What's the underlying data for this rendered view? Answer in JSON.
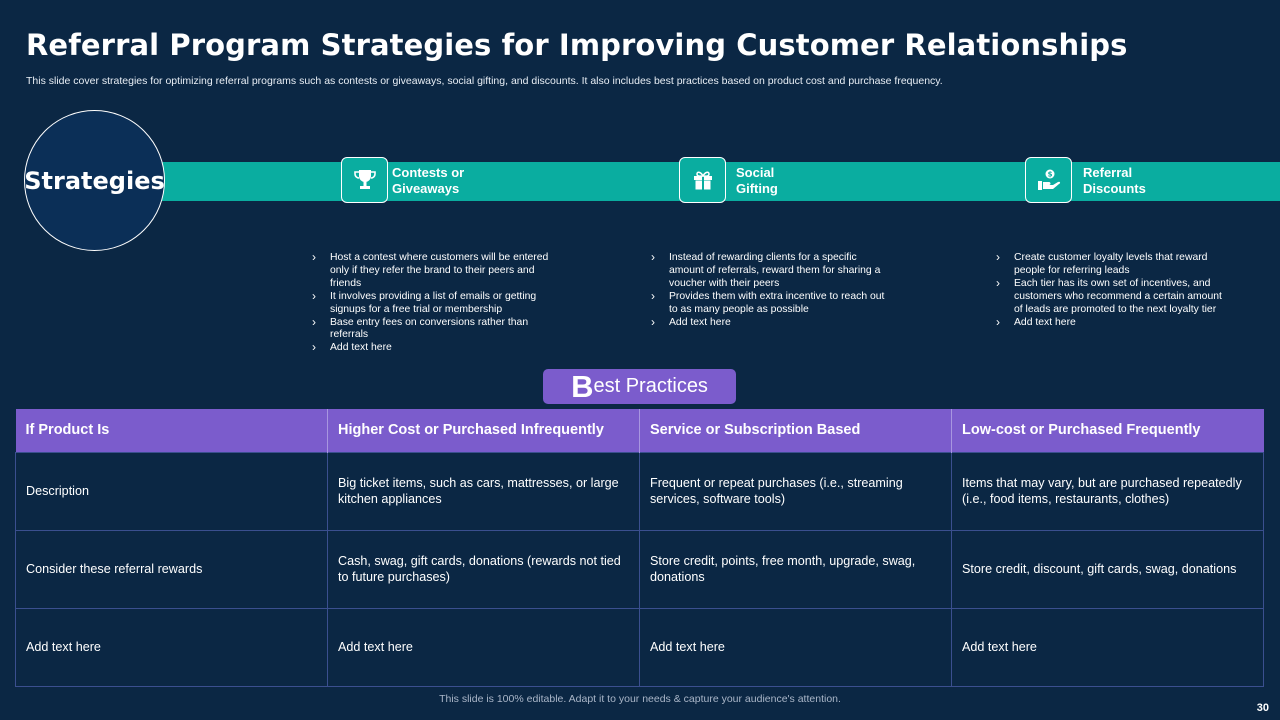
{
  "header": {
    "title": "Referral Program Strategies for Improving Customer Relationships",
    "subtitle": "This slide cover strategies for optimizing referral programs such as contests or giveaways, social gifting, and discounts. It also includes best practices based on product cost and purchase frequency."
  },
  "strategies": {
    "label": "Strategies",
    "items": [
      {
        "icon": "trophy-icon",
        "title_line1": "Contests or",
        "title_line2": "Giveaways",
        "bullets": [
          "Host a contest where customers will be entered only if they refer the brand to their peers and friends",
          "It involves providing a list of emails or getting signups for a free trial or membership",
          "Base entry fees on conversions rather than referrals",
          "Add text here"
        ]
      },
      {
        "icon": "gift-icon",
        "title_line1": "Social",
        "title_line2": "Gifting",
        "bullets": [
          "Instead of rewarding clients for a specific amount of referrals, reward them for sharing a voucher with their peers",
          "Provides them with extra incentive to reach out to as many people as possible",
          "Add text here"
        ]
      },
      {
        "icon": "hand-coin-icon",
        "title_line1": "Referral",
        "title_line2": "Discounts",
        "bullets": [
          "Create customer loyalty levels that reward people for referring leads",
          "Each tier has its own set of incentives, and customers who recommend a certain amount of leads are promoted to the next loyalty tier",
          "Add text here"
        ]
      }
    ]
  },
  "best_practices": {
    "label_initial": "B",
    "label_rest": "est Practices",
    "headers": [
      "If Product Is",
      "Higher Cost or Purchased Infrequently",
      "Service or Subscription Based",
      "Low-cost or Purchased Frequently"
    ],
    "rows": [
      [
        "Description",
        "Big ticket items, such as cars, mattresses, or large kitchen appliances",
        "Frequent or repeat purchases (i.e., streaming services, software tools)",
        "Items that may vary, but are purchased repeatedly (i.e., food items, restaurants, clothes)"
      ],
      [
        "Consider these referral rewards",
        "Cash, swag, gift cards, donations (rewards not tied to future purchases)",
        "Store credit, points, free month, upgrade, swag, donations",
        "Store credit, discount, gift cards, swag, donations"
      ],
      [
        "Add text here",
        "Add text here",
        "Add text here",
        "Add text here"
      ]
    ]
  },
  "footer": {
    "note": "This slide is 100% editable. Adapt it to your needs & capture your audience's attention.",
    "page_number": "30"
  }
}
